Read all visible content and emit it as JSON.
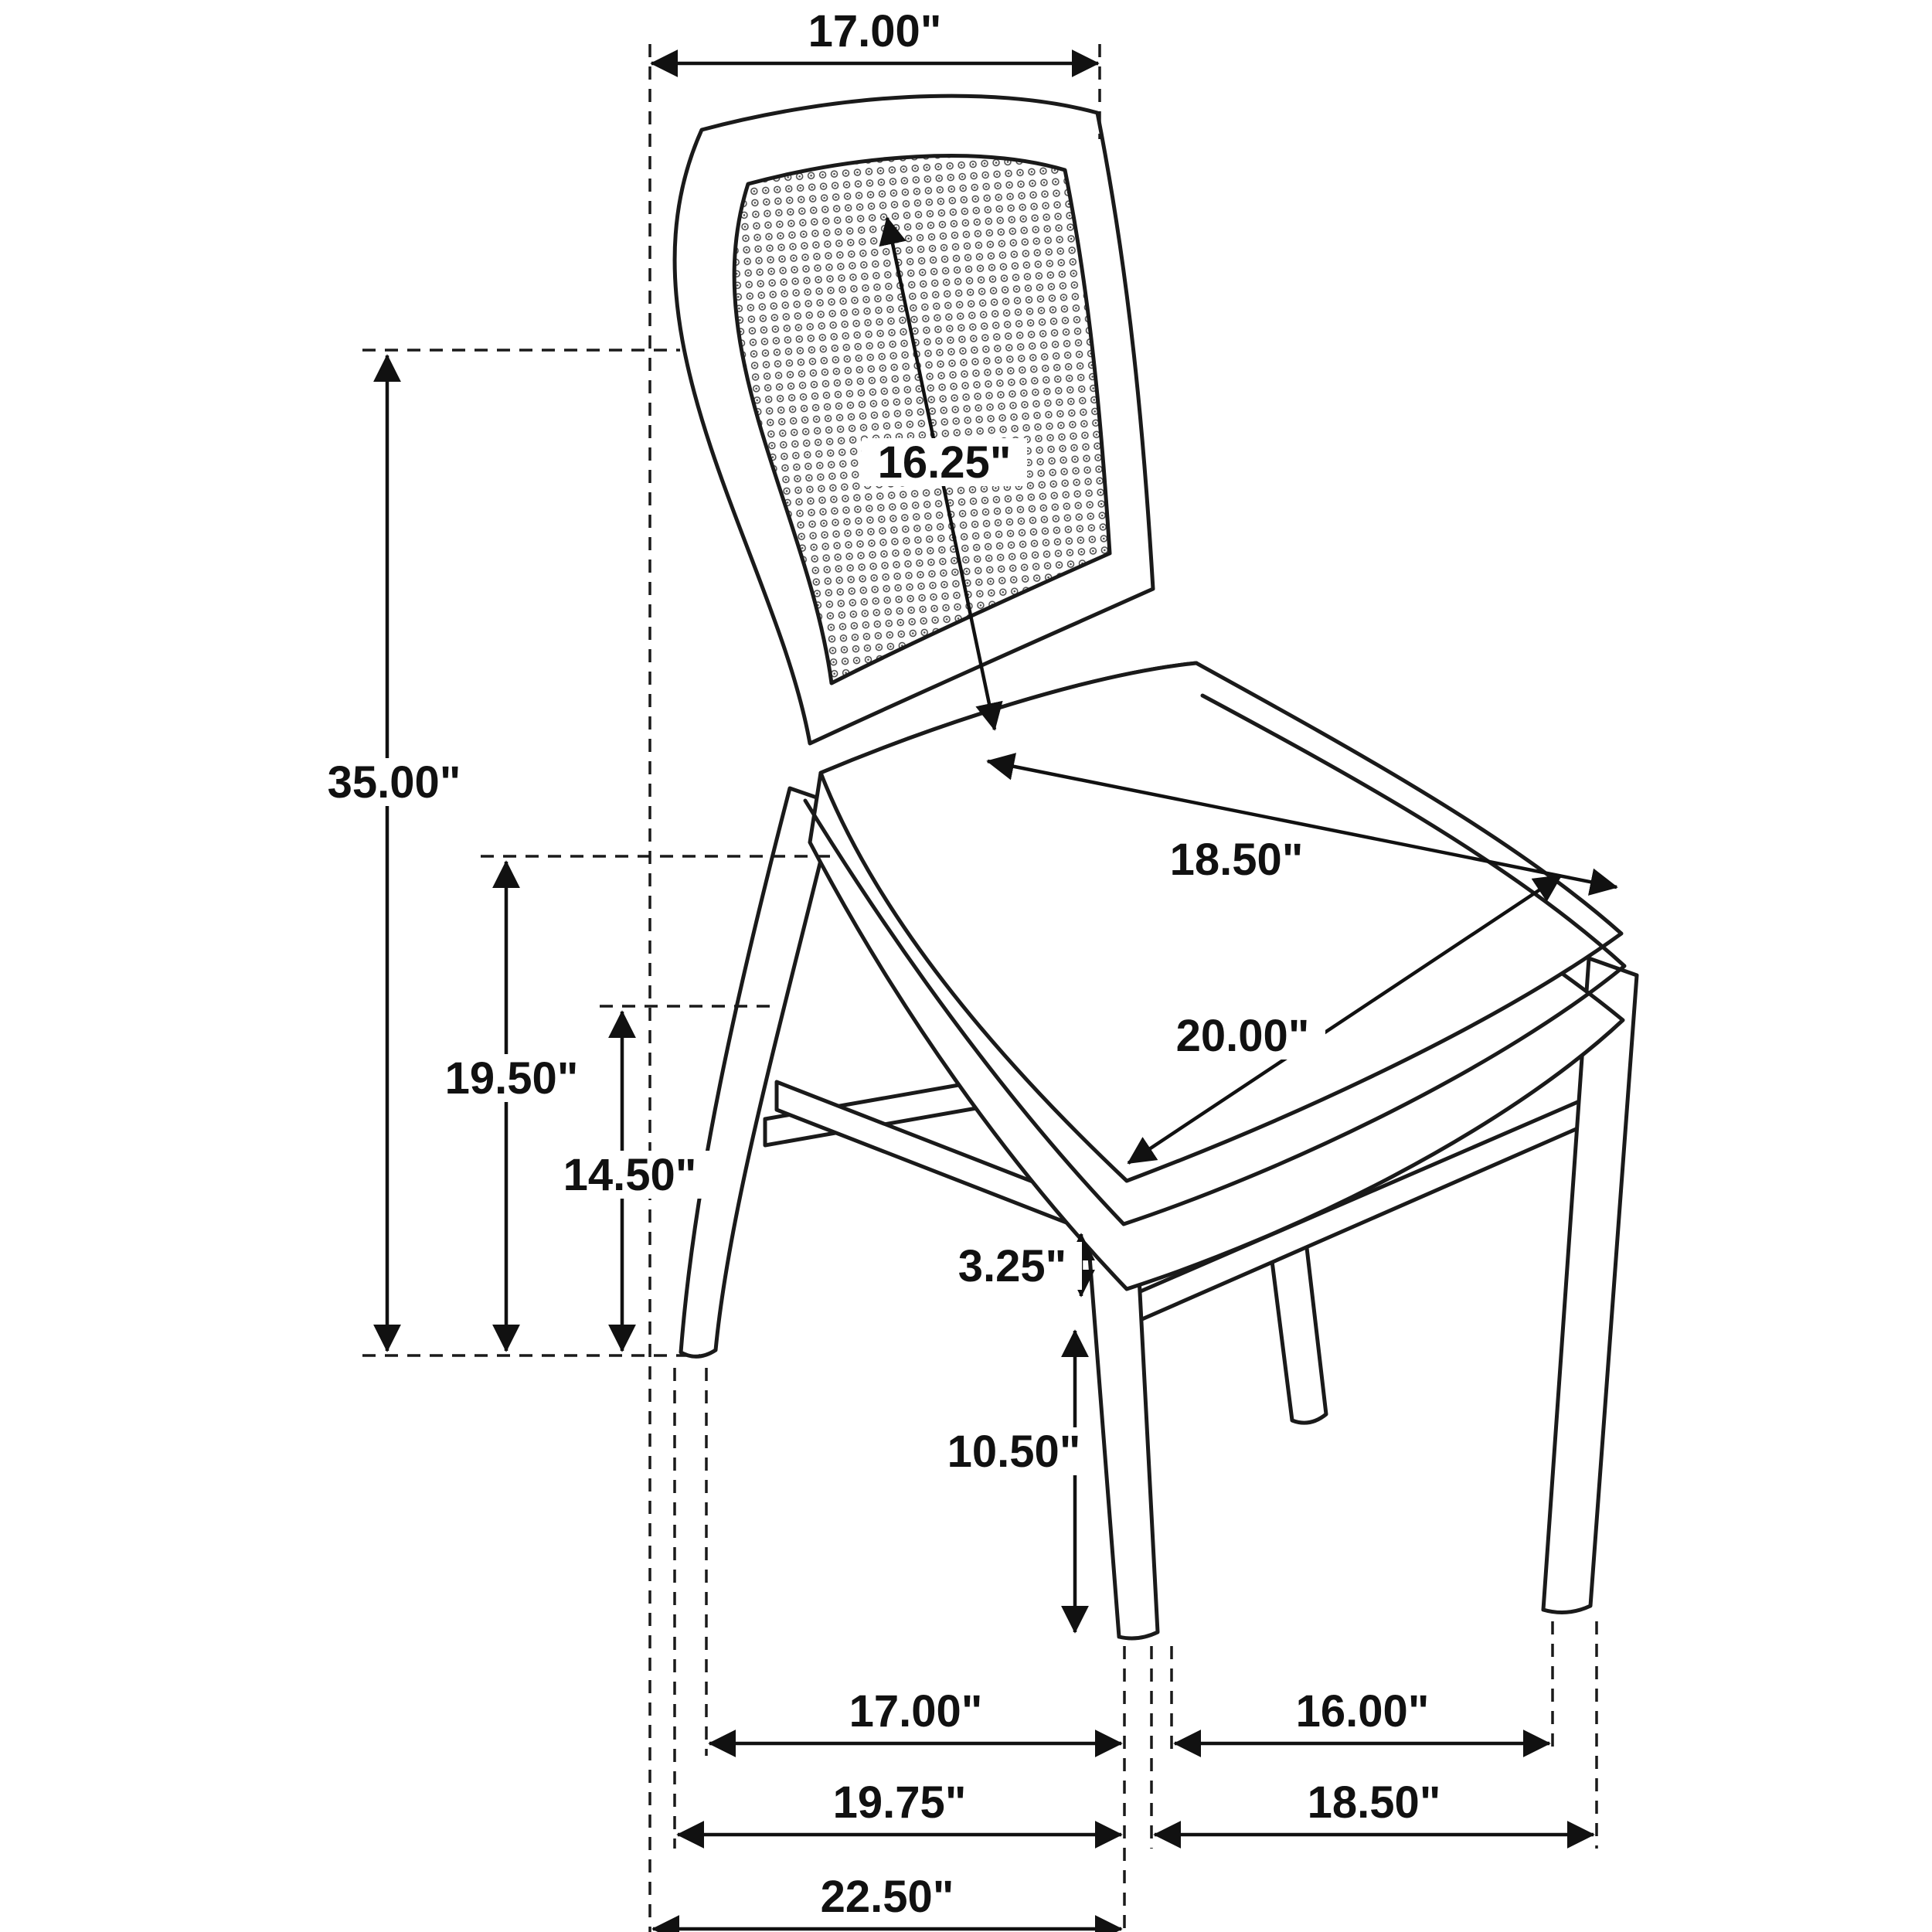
{
  "figure": {
    "type": "product-dimension-diagram",
    "subject": "dining side chair with cane back and upholstered seat",
    "units": "inches",
    "colors": {
      "line": "#1a1a1a",
      "background": "#ffffff"
    },
    "dimensions": {
      "back_width_top": "17.00\"",
      "back_panel_height": "16.25\"",
      "overall_height": "35.00\"",
      "floor_to_seat_top": "19.50\"",
      "floor_to_stretcher": "14.50\"",
      "seat_depth": "18.50\"",
      "seat_width": "20.00\"",
      "stretcher_spacing": "3.25\"",
      "front_leg_height": "10.50\"",
      "leg_spread_side": "17.00\"",
      "leg_spread_front": "16.00\"",
      "depth_at_floor": "19.75\"",
      "width_at_floor": "18.50\"",
      "overall_depth": "22.50\""
    }
  }
}
